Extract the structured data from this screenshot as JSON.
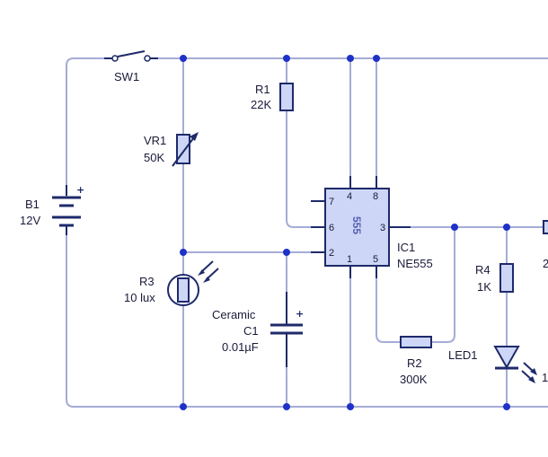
{
  "components": {
    "sw1": {
      "name": "SW1"
    },
    "b1": {
      "name": "B1",
      "value": "12V",
      "plus": "+"
    },
    "vr1": {
      "name": "VR1",
      "value": "50K"
    },
    "r1": {
      "name": "R1",
      "value": "22K"
    },
    "r3": {
      "name": "R3",
      "value": "10 lux"
    },
    "c1": {
      "type": "Ceramic",
      "name": "C1",
      "value": "0.01µF",
      "plus": "+"
    },
    "ic1": {
      "name": "IC1",
      "value": "NE555",
      "chip_label": "555",
      "pins": {
        "p1": "1",
        "p2": "2",
        "p3": "3",
        "p4": "4",
        "p5": "5",
        "p6": "6",
        "p7": "7",
        "p8": "8"
      }
    },
    "r2": {
      "name": "R2",
      "value": "300K"
    },
    "r4": {
      "name": "R4",
      "value": "1K"
    },
    "led1": {
      "name": "LED1"
    }
  },
  "cut_off": {
    "right_label_top": "2",
    "right_label_bottom": "1"
  },
  "colors": {
    "wire": "#a5acd6",
    "component": "#1e2a6a",
    "fill": "#cdd6f6",
    "node": "#1e32c8"
  }
}
